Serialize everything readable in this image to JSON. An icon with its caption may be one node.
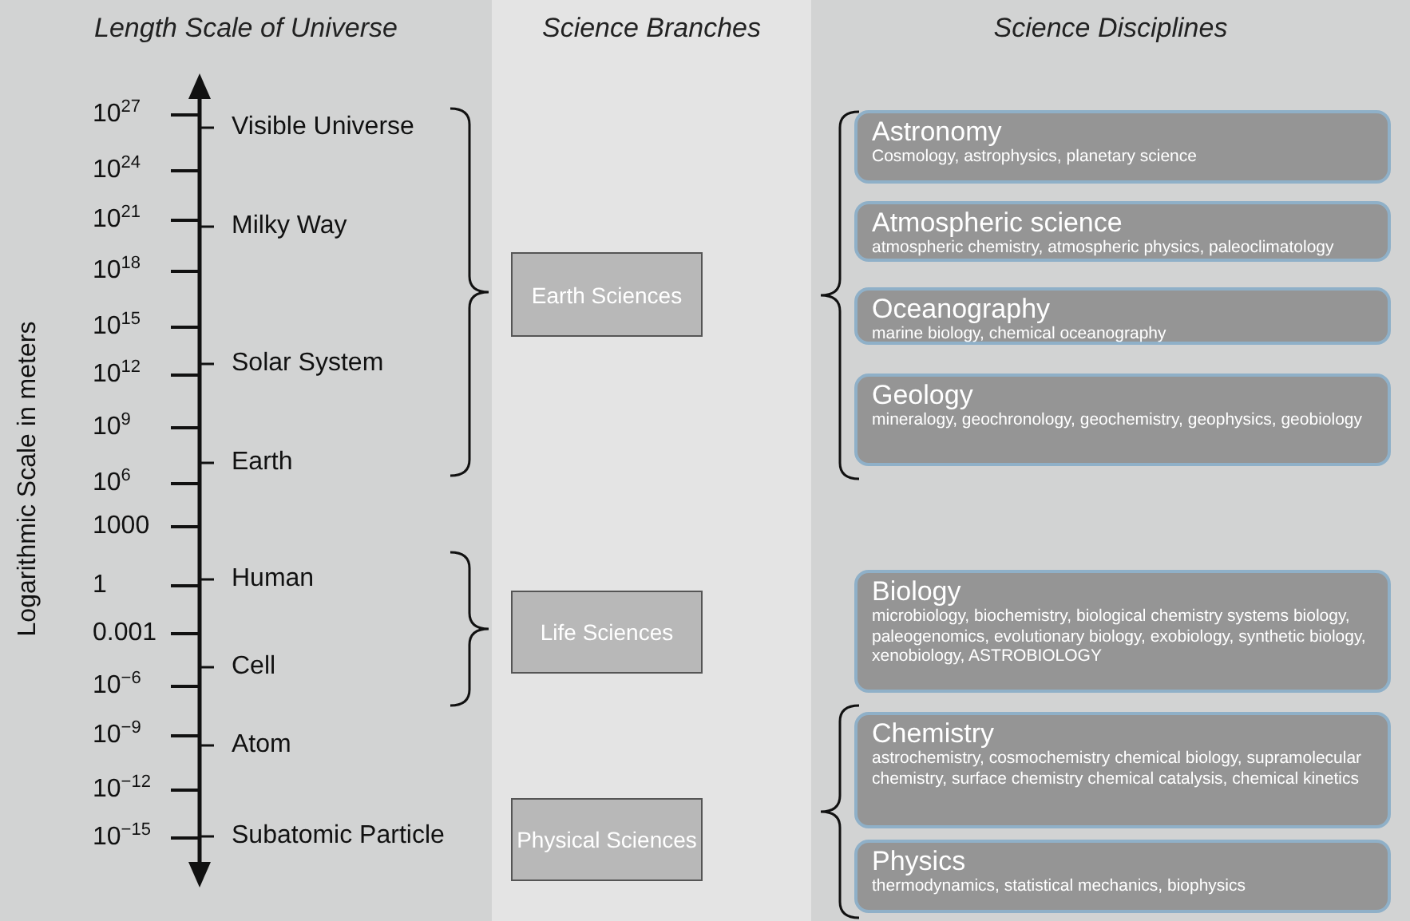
{
  "diagram": {
    "nodes": [
      {
        "text": [
          "Length Scale of Universe"
        ]
      },
      {
        "text": [
          "Science Branches"
        ]
      },
      {
        "text": [
          "Science Disciplines"
        ]
      },
      {
        "text": [
          "Earth Sciences"
        ],
        "in": 1
      },
      {
        "text": [
          "Life Sciences"
        ],
        "in": 1
      },
      {
        "text": [
          "Physical Sciences"
        ],
        "in": 1
      },
      {
        "text": [
          "Astronomy",
          "Cosmology, astrophysics, planetary science"
        ],
        "in": 2
      },
      {
        "text": [
          "Atmospheric science",
          "atmospheric chemistry, atmospheric physics, paleoclimatology"
        ],
        "in": 2
      },
      {
        "text": [
          "Oceanography",
          "marine biology, chemical oceanography"
        ],
        "in": 2
      },
      {
        "text": [
          "Geology",
          "mineralogy, geochronology, geochemistry, geophysics, geobiology"
        ],
        "in": 2
      },
      {
        "text": [
          "Biology",
          "microbiology, biochemistry, biological chemistry systems biology, paleogenomics, evolutionary biology, exobiology, synthetic biology, xenobiology, ASTROBIOLOGY"
        ],
        "in": 2
      },
      {
        "text": [
          "Chemistry",
          "astrochemistry, cosmochemistry chemical biology, supramolecular chemistry, surface chemistry chemical catalysis, chemical kinetics"
        ],
        "in": 2
      },
      {
        "text": [
          "Physics",
          "thermodynamics, statistical mechanics, biophysics"
        ],
        "in": 2
      }
    ],
    "edges": [],
    "labels": [
      "Logarithmic Scale in meters",
      "10$^{27}$",
      "Visible Universe",
      "10$^{24}$",
      "10$^{21}$",
      "Milky Way",
      "10$^{18}$",
      "10$^{15}$",
      "10$^{12}$",
      "Solar System",
      "10$^{9}$",
      "Earth",
      "10$^{6}$",
      "1000",
      "1",
      "Human",
      "0.001",
      "Cell",
      "10$^{−6}$",
      "10$^{−9}$",
      "Atom",
      "10$^{−12}$",
      "10$^{−15}$",
      "Subatomic Particle"
    ]
  }
}
